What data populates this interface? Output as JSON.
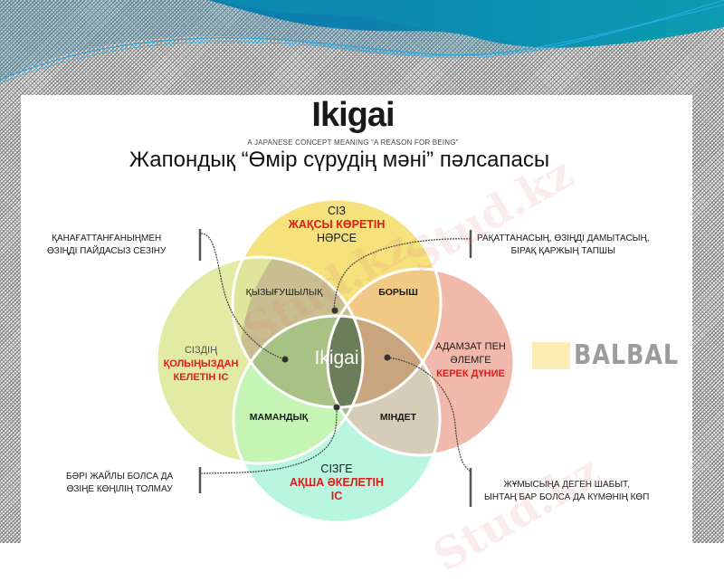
{
  "slide": {
    "title": "Ikigai",
    "subtitle": "A JAPANESE CONCEPT MEANING “A REASON FOR BEING”",
    "kazakh_title": "Жапондық “Өмір сүрудің мәні” пәлсапасы"
  },
  "circles": {
    "top": {
      "line1": "СІЗ",
      "line2": "ЖАҚСЫ КӨРЕТІН",
      "line3": "НӘРСЕ",
      "color": "#f7e27a"
    },
    "left": {
      "line1": "СІЗДІҢ",
      "line2": "ҚОЛЫҢЫЗДАН",
      "line3": "КЕЛЕТІН ІС",
      "color": "#dfeaa0"
    },
    "right": {
      "line1": "АДАМЗАТ ПЕН",
      "line2": "ӘЛЕМГЕ",
      "line3": "КЕРЕК ДҮНИЕ",
      "color": "#f1b7aa"
    },
    "bottom": {
      "line1": "СІЗГЕ",
      "line2": "АҚША ӘКЕЛЕТІН",
      "line3": "ІС",
      "color": "#b6f5e0"
    }
  },
  "zones": {
    "passion": "ҚЫЗЫҒУШЫЛЫҚ",
    "mission": "БОРЫШ",
    "profession": "МАМАНДЫҚ",
    "vocation": "МІНДЕТ",
    "center": "Ikigai"
  },
  "notes": {
    "top_left": {
      "line1": "ҚАНАҒАТТАНҒАНЫҢМЕН",
      "line2": "ӨЗІҢДІ ПАЙДАСЫЗ СЕЗІНУ"
    },
    "top_right": {
      "line1": "РАҚАТТАНАСЫҢ, ӨЗІҢДІ ДАМЫТАСЫҢ,",
      "line2": "БІРАҚ ҚАРЖЫҢ ТАПШЫ"
    },
    "bottom_left": {
      "line1": "БӘРІ ЖАЙЛЫ БОЛСА ДА",
      "line2": "ӨЗІҢЕ КӨҢІЛІҢ ТОЛМАУ"
    },
    "bottom_right": {
      "line1": "ЖҰМЫСЫҢА ДЕГЕН ШАБЫТ,",
      "line2": "ЫНТАҢ БАР БОЛСА ДА КҮМӘНІҢ КӨП"
    }
  },
  "watermarks": {
    "site": "Stud.kz",
    "logo": "BALBAL"
  },
  "colors": {
    "accent_red": "#e01b1b",
    "header_teal": "#0b8fb0",
    "center_green": "#6a7d58"
  }
}
